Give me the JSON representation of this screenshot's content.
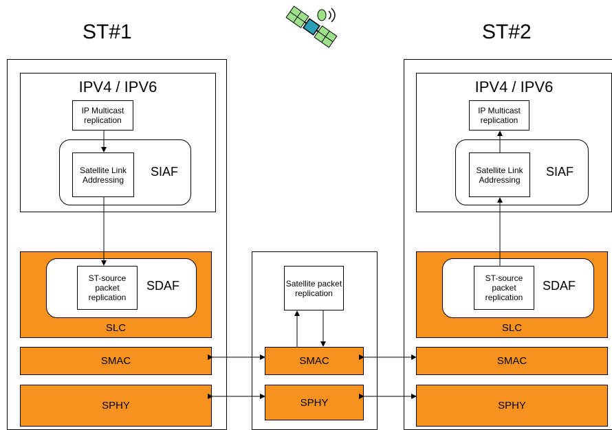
{
  "titles": {
    "st1": "ST#1",
    "st2": "ST#2"
  },
  "st1": {
    "ip_title": "IPV4 / IPV6",
    "ip_multicast": "IP Multicast replication",
    "satellite_link": "Satellite Link Addressing",
    "siaf": "SIAF",
    "st_source": "ST-source packet replication",
    "sdaf": "SDAF",
    "slc": "SLC",
    "smac": "SMAC",
    "sphy": "SPHY"
  },
  "satellite": {
    "packet_replication": "Satellite packet replication",
    "smac": "SMAC",
    "sphy": "SPHY"
  },
  "st2": {
    "ip_title": "IPV4 / IPV6",
    "ip_multicast": "IP Multicast replication",
    "satellite_link": "Satellite Link Addressing",
    "siaf": "SIAF",
    "st_source": "ST-source packet replication",
    "sdaf": "SDAF",
    "slc": "SLC",
    "smac": "SMAC",
    "sphy": "SPHY"
  },
  "colors": {
    "layer_orange": "#f7921e",
    "satellite_green": "#9fe08a",
    "satellite_teal": "#2a9fb5"
  },
  "icons": {
    "satellite": "satellite-icon"
  }
}
